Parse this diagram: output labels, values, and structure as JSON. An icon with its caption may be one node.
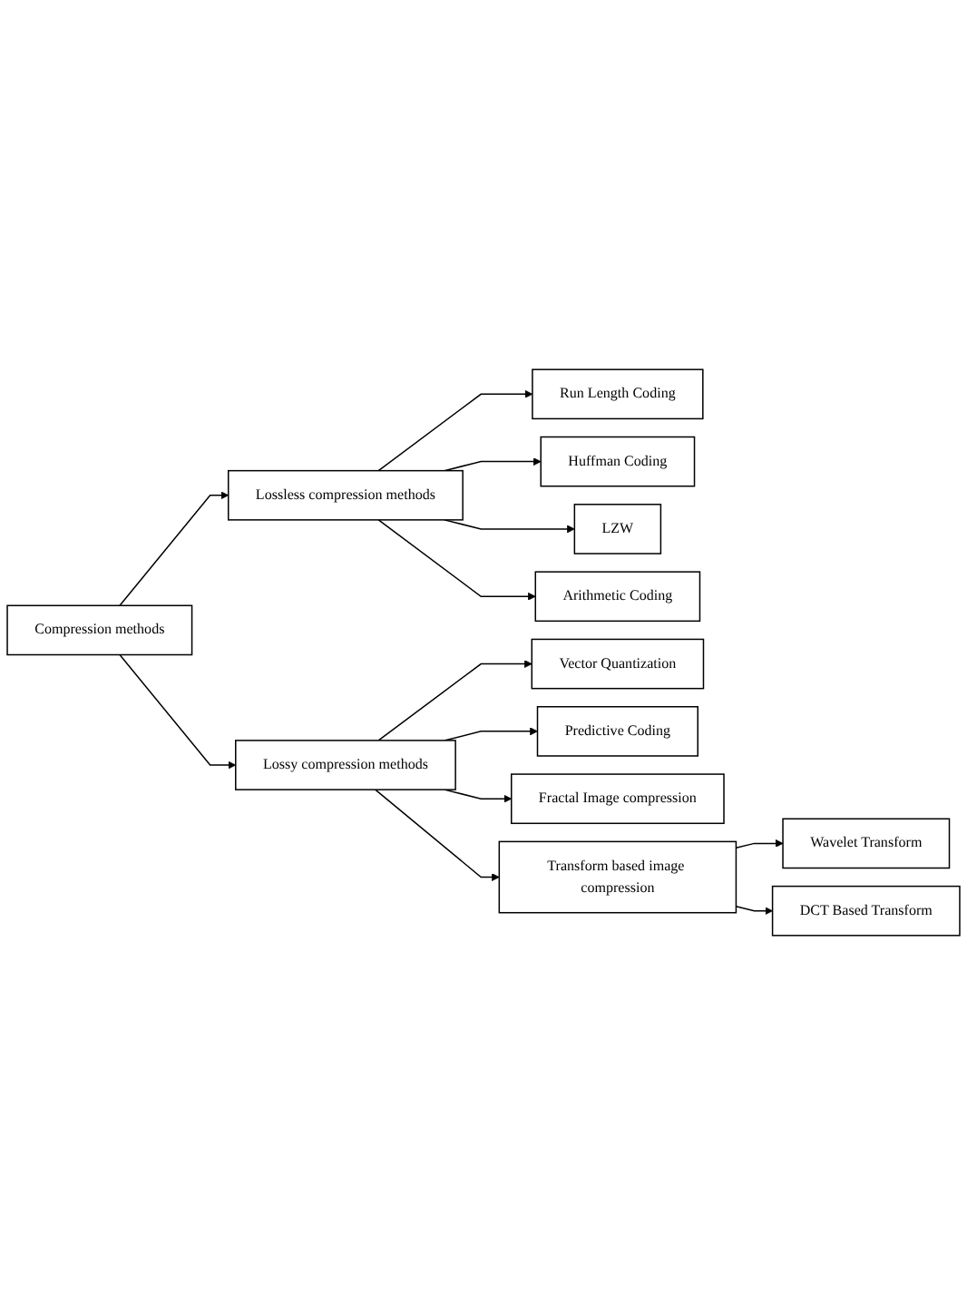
{
  "diagram": {
    "nodes": [
      {
        "text": [
          "Compression methods"
        ]
      },
      {
        "text": [
          "Lossless compression methods"
        ]
      },
      {
        "text": [
          "Lossy compression methods"
        ]
      },
      {
        "text": [
          "Run Length Coding"
        ]
      },
      {
        "text": [
          "Huffman Coding"
        ]
      },
      {
        "text": [
          "LZW"
        ]
      },
      {
        "text": [
          "Arithmetic Coding"
        ]
      },
      {
        "text": [
          "Vector Quantization"
        ]
      },
      {
        "text": [
          "Predictive Coding"
        ]
      },
      {
        "text": [
          "Fractal Image compression"
        ]
      },
      {
        "text": [
          "Transform based image compression"
        ]
      },
      {
        "text": [
          "Wavelet Transform"
        ]
      },
      {
        "text": [
          "DCT Based Transform"
        ]
      }
    ],
    "edges": [
      {
        "from": 0,
        "to": 1,
        "arrow": "to"
      },
      {
        "from": 0,
        "to": 2,
        "arrow": "to"
      },
      {
        "from": 1,
        "to": 3,
        "arrow": "to"
      },
      {
        "from": 1,
        "to": 4,
        "arrow": "to"
      },
      {
        "from": 1,
        "to": 5,
        "arrow": "to"
      },
      {
        "from": 1,
        "to": 6,
        "arrow": "to"
      },
      {
        "from": 2,
        "to": 7,
        "arrow": "to"
      },
      {
        "from": 2,
        "to": 8,
        "arrow": "to"
      },
      {
        "from": 2,
        "to": 9,
        "arrow": "to"
      },
      {
        "from": 2,
        "to": 10,
        "arrow": "to"
      },
      {
        "from": 10,
        "to": 11,
        "arrow": "to"
      },
      {
        "from": 10,
        "to": 12,
        "arrow": "to"
      }
    ]
  }
}
